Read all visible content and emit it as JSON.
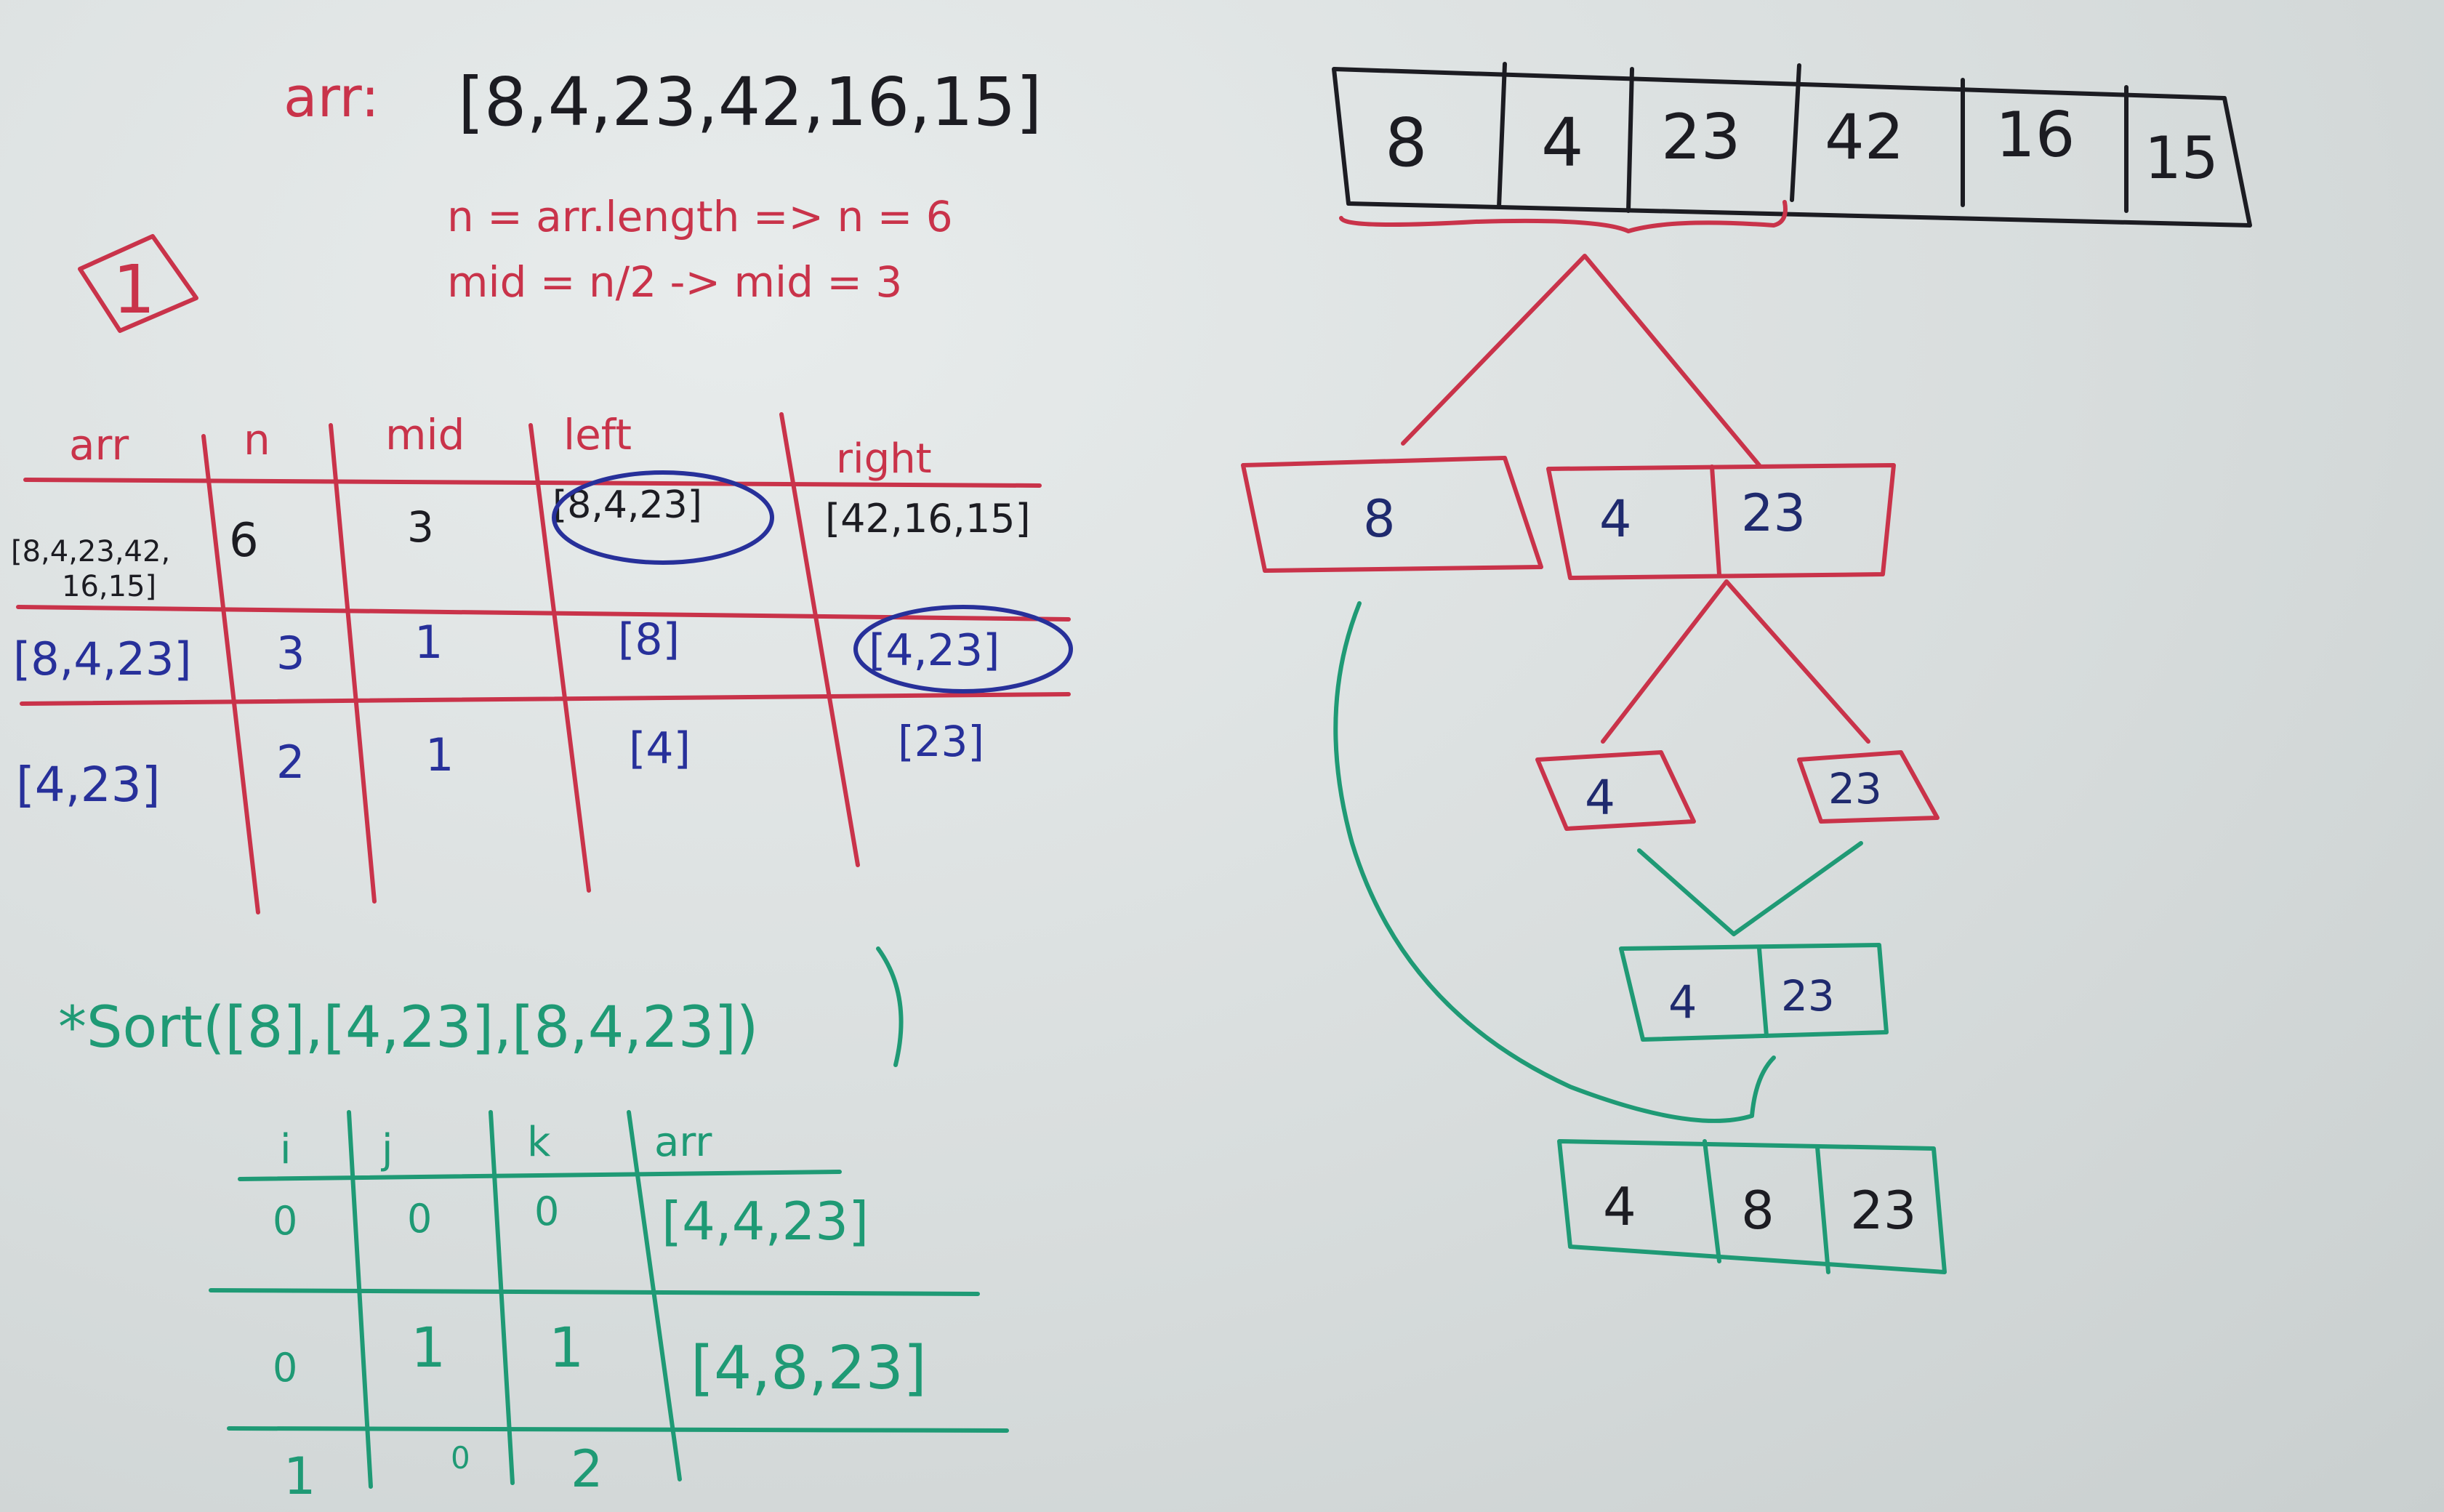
{
  "header": {
    "arr_label": "arr:",
    "arr_value": "[8,4,23,42,16,15]",
    "n_line": "n = arr.length => n = 6",
    "mid_line": "mid = n/2 -> mid = 3",
    "step_number": "1"
  },
  "split_table": {
    "headers": [
      "arr",
      "n",
      "mid",
      "left",
      "right"
    ],
    "rows": [
      [
        "[8,4,23,42,",
        "6",
        "3",
        "[8,4,23]",
        "[42,16,15]"
      ],
      [
        "[8,4,23]",
        "3",
        "1",
        "[8]",
        "[4,23]"
      ],
      [
        "[4,23]",
        "2",
        "1",
        "[4]",
        "[23]"
      ]
    ],
    "row0_arr_line2": "16,15]"
  },
  "sort_call": "*Sort([8],[4,23],[8,4,23])",
  "merge_table": {
    "headers": [
      "i",
      "j",
      "k",
      "arr"
    ],
    "rows": [
      [
        "0",
        "0",
        "0",
        "[4,4,23]"
      ],
      [
        "0",
        "1",
        "1",
        "[4,8,23]"
      ],
      [
        "1",
        "0",
        "2",
        ""
      ]
    ]
  },
  "diagram": {
    "top_array": [
      "8",
      "4",
      "23",
      "42",
      "16",
      "15"
    ],
    "left_child": "8",
    "right_child": [
      "4",
      "23"
    ],
    "leaf_left": "4",
    "leaf_right": "23",
    "merged_pair": [
      "4",
      "23"
    ],
    "merged_final": [
      "4",
      "8",
      "23"
    ]
  },
  "colors": {
    "red_marker": "#c9334a",
    "blue_marker": "#27309a",
    "black_marker": "#1c1c22",
    "green_marker": "#1f9a75",
    "board": "#d9dedd"
  }
}
